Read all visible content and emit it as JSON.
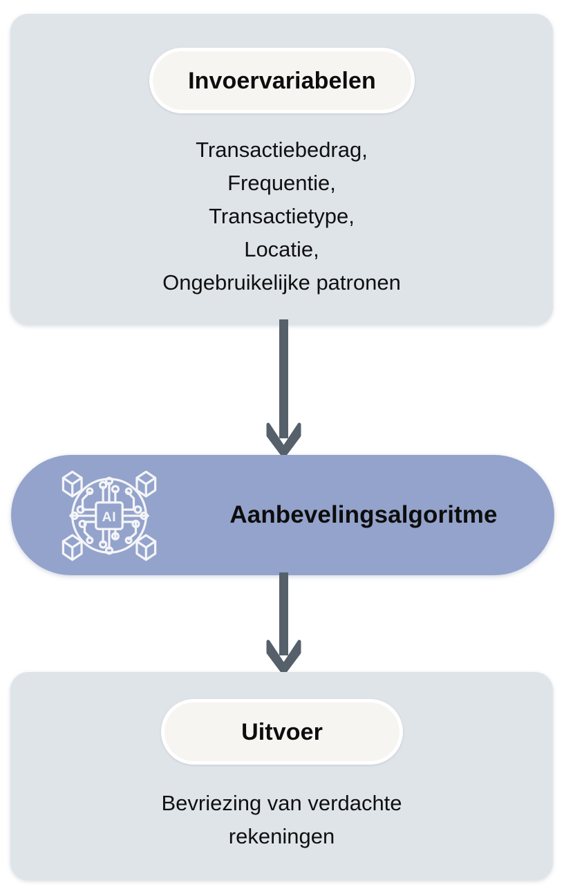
{
  "diagram": {
    "title_semantics": "fraud-detection-flow",
    "colors": {
      "panel_background": "#dfe4e9",
      "badge_background": "#f7f5f2",
      "badge_ring": "#ffffff",
      "algorithm_background": "#94a3cb",
      "arrow": "#55606a",
      "text": "#0d0d0d",
      "icon_stroke": "#f4f5f8",
      "page_background": "#ffffff"
    },
    "nodes": [
      {
        "id": "input",
        "badge_label": "Invoervariabelen",
        "body": "Transactiebedrag,\nFrequentie,\nTransactietype,\nLocatie,\nOngebruikelijke patronen",
        "body_lines": [
          "Transactiebedrag,",
          "Frequentie,",
          "Transactietype,",
          "Locatie,",
          "Ongebruikelijke patronen"
        ]
      },
      {
        "id": "algorithm",
        "label": "Aanbevelingsalgoritme",
        "icon": "ai-chip-icon",
        "icon_text": "AI"
      },
      {
        "id": "output",
        "badge_label": "Uitvoer",
        "body": "Bevriezing van verdachte\nrekeningen",
        "body_lines": [
          "Bevriezing van verdachte",
          "rekeningen"
        ]
      }
    ],
    "edges": [
      {
        "id": "input-to-algorithm",
        "from": "input",
        "to": "algorithm",
        "style": "down-arrow"
      },
      {
        "id": "algorithm-to-output",
        "from": "algorithm",
        "to": "output",
        "style": "down-arrow"
      }
    ]
  }
}
